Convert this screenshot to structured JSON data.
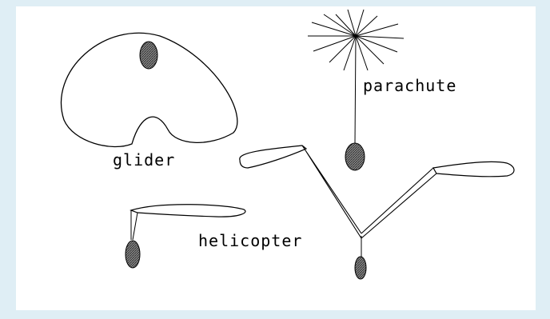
{
  "labels": {
    "glider": "glider",
    "parachute": "parachute",
    "helicopter": "helicopter"
  },
  "colors": {
    "background": "#dfeef5",
    "panel": "#ffffff",
    "stroke": "#000000",
    "seed_fill": "#6b6b6b"
  }
}
